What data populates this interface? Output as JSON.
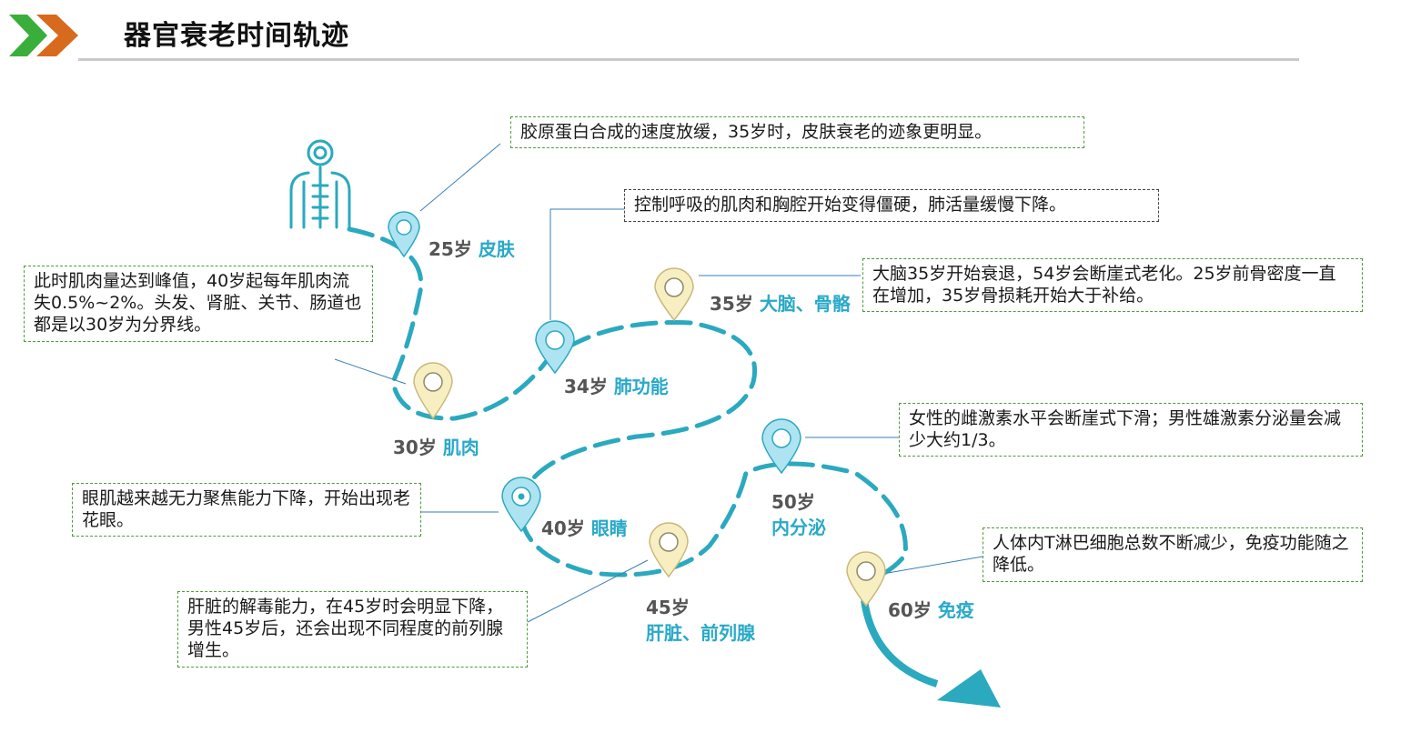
{
  "header": {
    "title": "器官衰老时间轨迹"
  },
  "colors": {
    "path": "#2aa9bf",
    "pin_blue": "#aee3f2",
    "pin_yellow": "#f7efc2",
    "box_border": "#4f9a3c",
    "organ_text": "#29a9c8"
  },
  "stages": [
    {
      "age": "25岁",
      "organ": "皮肤",
      "description": "胶原蛋白合成的速度放缓，35岁时，皮肤衰老的迹象更明显。"
    },
    {
      "age": "30岁",
      "organ": "肌肉",
      "description": "此时肌肉量达到峰值，40岁起每年肌肉流失0.5%~2%。头发、肾脏、关节、肠道也都是以30岁为分界线。"
    },
    {
      "age": "34岁",
      "organ": "肺功能",
      "description": "控制呼吸的肌肉和胸腔开始变得僵硬，肺活量缓慢下降。"
    },
    {
      "age": "35岁",
      "organ": "大脑、骨骼",
      "description": "大脑35岁开始衰退，54岁会断崖式老化。25岁前骨密度一直在增加，35岁骨损耗开始大于补给。"
    },
    {
      "age": "40岁",
      "organ": "眼睛",
      "description": "眼肌越来越无力聚焦能力下降，开始出现老花眼。"
    },
    {
      "age": "45岁",
      "organ": "肝脏、前列腺",
      "description": "肝脏的解毒能力，在45岁时会明显下降，男性45岁后，还会出现不同程度的前列腺增生。"
    },
    {
      "age": "50岁",
      "organ": "内分泌",
      "description": "女性的雌激素水平会断崖式下滑；男性雄激素分泌量会减少大约1/3。"
    },
    {
      "age": "60岁",
      "organ": "免疫",
      "description": "人体内T淋巴细胞总数不断减少，免疫功能随之降低。"
    }
  ]
}
